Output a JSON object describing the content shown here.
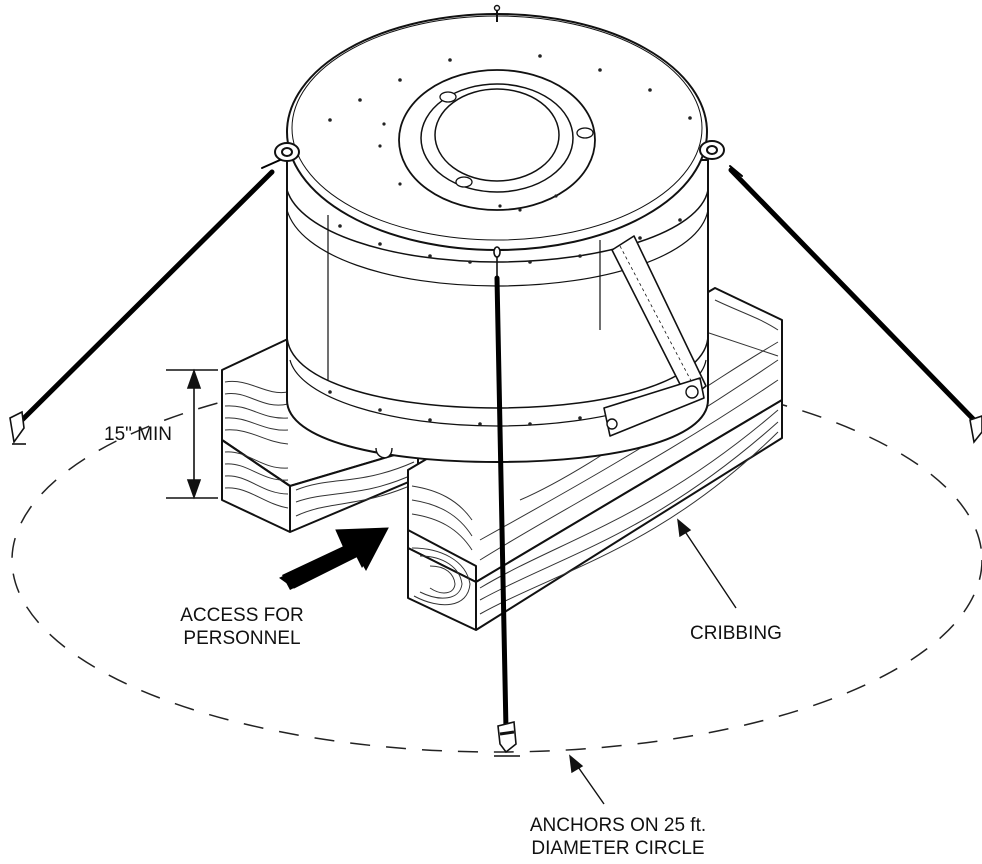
{
  "labels": {
    "min_height": "15\" MIN",
    "access": [
      "ACCESS FOR",
      "PERSONNEL"
    ],
    "cribbing": "CRIBBING",
    "anchors": [
      "ANCHORS ON 25 ft.",
      "DIAMETER CIRCLE"
    ]
  },
  "colors": {
    "ink": "#111111",
    "paper": "#ffffff",
    "cable": "#000000"
  },
  "icons": {
    "access_arrow": "access-arrow-icon",
    "anchor": "anchor-stake-icon",
    "lifting_eye": "lifting-eye-icon"
  }
}
